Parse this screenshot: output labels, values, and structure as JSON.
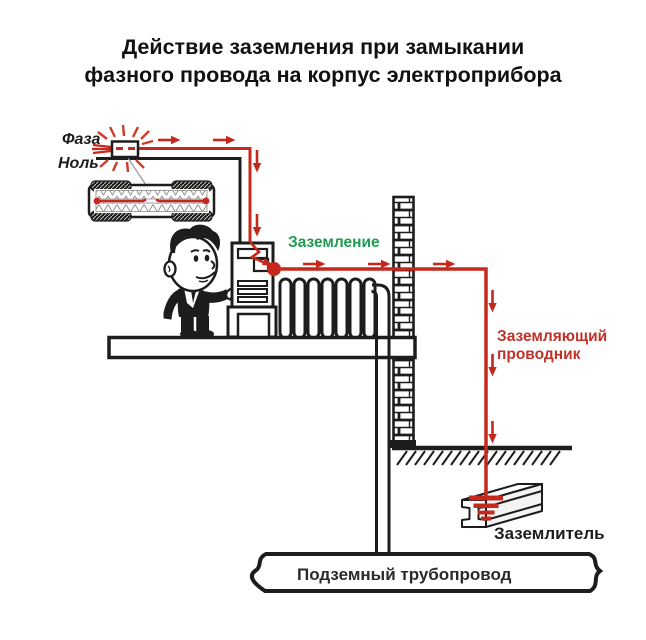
{
  "title": {
    "line1": "Действие заземления при замыкании",
    "line2": "фазного провода на корпус электроприбора"
  },
  "labels": {
    "phase": "Фаза",
    "neutral": "Ноль",
    "grounding": "Заземление",
    "grounding_conductor_line1": "Заземляющий",
    "grounding_conductor_line2": "проводник",
    "earth_electrode": "Заземлитель",
    "underground_pipe": "Подземный трубопровод"
  },
  "colors": {
    "wire_red": "#c5281c",
    "spark_red": "#cf3b28",
    "label_green": "#219a53",
    "label_red": "#c03227",
    "outline_black": "#1d1d1b",
    "background": "#ffffff"
  }
}
